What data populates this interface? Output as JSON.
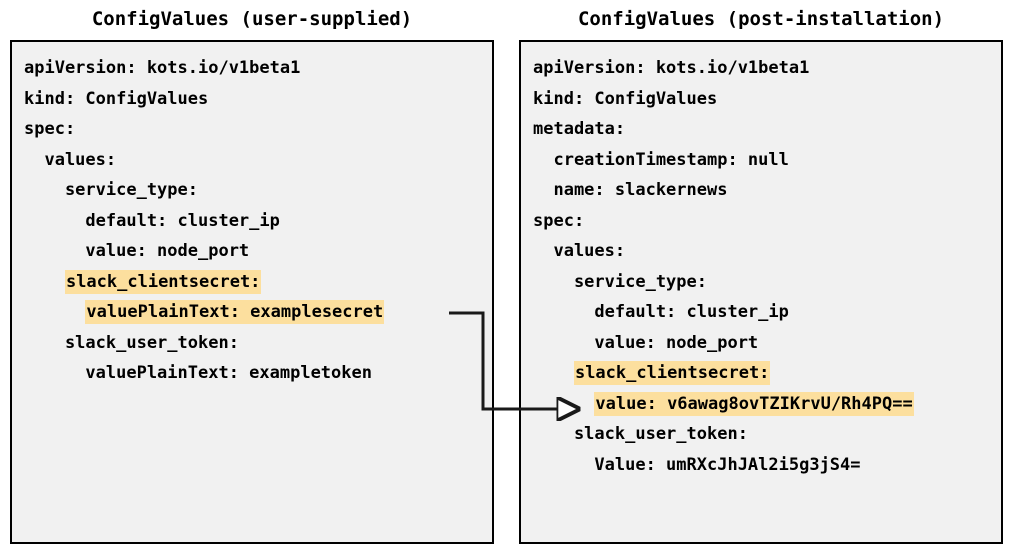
{
  "colors": {
    "highlight": "#fcdf9e",
    "panel_bg": "#f1f1f1",
    "panel_border": "#000000",
    "text": "#000000",
    "canvas_bg": "#ffffff",
    "connector": "#1a1a1a"
  },
  "panels": {
    "left": {
      "title": "ConfigValues (user-supplied)",
      "lines": [
        {
          "text": "apiVersion: kots.io/v1beta1",
          "highlight": false
        },
        {
          "text": "kind: ConfigValues",
          "highlight": false
        },
        {
          "text": "spec:",
          "highlight": false
        },
        {
          "text": "  values:",
          "highlight": false
        },
        {
          "text": "    service_type:",
          "highlight": false
        },
        {
          "text": "      default: cluster_ip",
          "highlight": false
        },
        {
          "text": "      value: node_port",
          "highlight": false
        },
        {
          "text": "    slack_clientsecret:",
          "highlight": true
        },
        {
          "text": "      valuePlainText: examplesecret",
          "highlight": true
        },
        {
          "text": "    slack_user_token:",
          "highlight": false
        },
        {
          "text": "      valuePlainText: exampletoken",
          "highlight": false
        }
      ]
    },
    "right": {
      "title": "ConfigValues (post-installation)",
      "lines": [
        {
          "text": "apiVersion: kots.io/v1beta1",
          "highlight": false
        },
        {
          "text": "kind: ConfigValues",
          "highlight": false
        },
        {
          "text": "metadata:",
          "highlight": false
        },
        {
          "text": "  creationTimestamp: null",
          "highlight": false
        },
        {
          "text": "  name: slackernews",
          "highlight": false
        },
        {
          "text": "spec:",
          "highlight": false
        },
        {
          "text": "  values:",
          "highlight": false
        },
        {
          "text": "    service_type:",
          "highlight": false
        },
        {
          "text": "      default: cluster_ip",
          "highlight": false
        },
        {
          "text": "      value: node_port",
          "highlight": false
        },
        {
          "text": "    slack_clientsecret:",
          "highlight": true
        },
        {
          "text": "      value: v6awag8ovTZIKrvU/Rh4PQ==",
          "highlight": true
        },
        {
          "text": "    slack_user_token:",
          "highlight": false
        },
        {
          "text": "      Value: umRXcJhJAl2i5g3jS4=",
          "highlight": false
        }
      ]
    }
  },
  "connector": {
    "label": "",
    "from_line": "      valuePlainText: examplesecret",
    "to_line": "      value: v6awag8ovTZIKrvU/Rh4PQ=="
  }
}
